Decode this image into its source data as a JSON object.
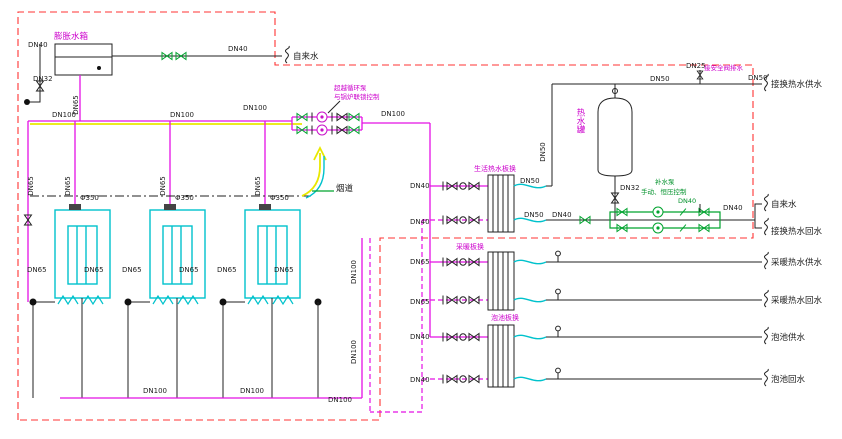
{
  "colors": {
    "pipe_magenta": "#e411e4",
    "pipe_green": "#00a32e",
    "pipe_cyan": "#00c2cc",
    "pipe_yellow": "#e8e800",
    "boundary_red": "#ff3333",
    "line_black": "#222222",
    "label_magenta": "#cc00cc",
    "label_green": "#00912a",
    "background": "#ffffff"
  },
  "sizes": {
    "dn25": "DN25",
    "dn32": "DN32",
    "dn40": "DN40",
    "dn50": "DN50",
    "dn65": "DN65",
    "dn100": "DN100"
  },
  "equipment": {
    "expansion_tank": "膨胀水箱",
    "boiler_dia": "Φ350",
    "flue": "烟道",
    "hot_water_tank": "热水罐",
    "dhw_hx": "生活热水板换",
    "heating_hx": "采暖板换",
    "pool_hx": "泡池板换"
  },
  "notes": {
    "bypass_pump": "超越循环泵",
    "interlock": "与锅炉联锁控制",
    "relief": "接安全阀排水",
    "makeup_pump": "补水泵",
    "control": "手动、恒压控制"
  },
  "streams": {
    "tap_water": "自来水",
    "hx_supply": "接换热水供水",
    "hx_return": "接换热水回水",
    "heating_supply": "采暖热水供水",
    "heating_return": "采暖热水回水",
    "pool_supply": "泡池供水",
    "pool_return": "泡池回水"
  }
}
